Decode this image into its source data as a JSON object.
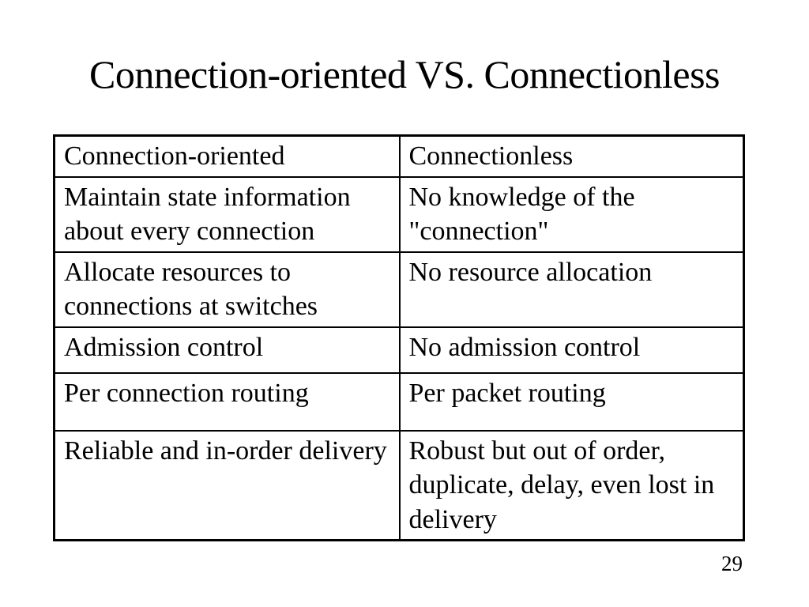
{
  "slide": {
    "title": "Connection-oriented VS. Connectionless",
    "page_number": "29",
    "background_color": "#ffffff",
    "text_color": "#000000"
  },
  "table": {
    "border_color": "#000000",
    "header": {
      "left": "Connection-oriented",
      "right": "Connectionless"
    },
    "rows": [
      {
        "left": "Maintain state information about every connection",
        "right": "No knowledge of the \"connection\""
      },
      {
        "left": "Allocate resources to connections at switches",
        "right": "No resource allocation"
      },
      {
        "left": "Admission control",
        "right": "No admission control"
      },
      {
        "left": "Per connection routing",
        "right": "Per packet routing"
      },
      {
        "left": "Reliable and in-order delivery",
        "right": "Robust but out of order, duplicate, delay, even lost in delivery"
      }
    ]
  }
}
